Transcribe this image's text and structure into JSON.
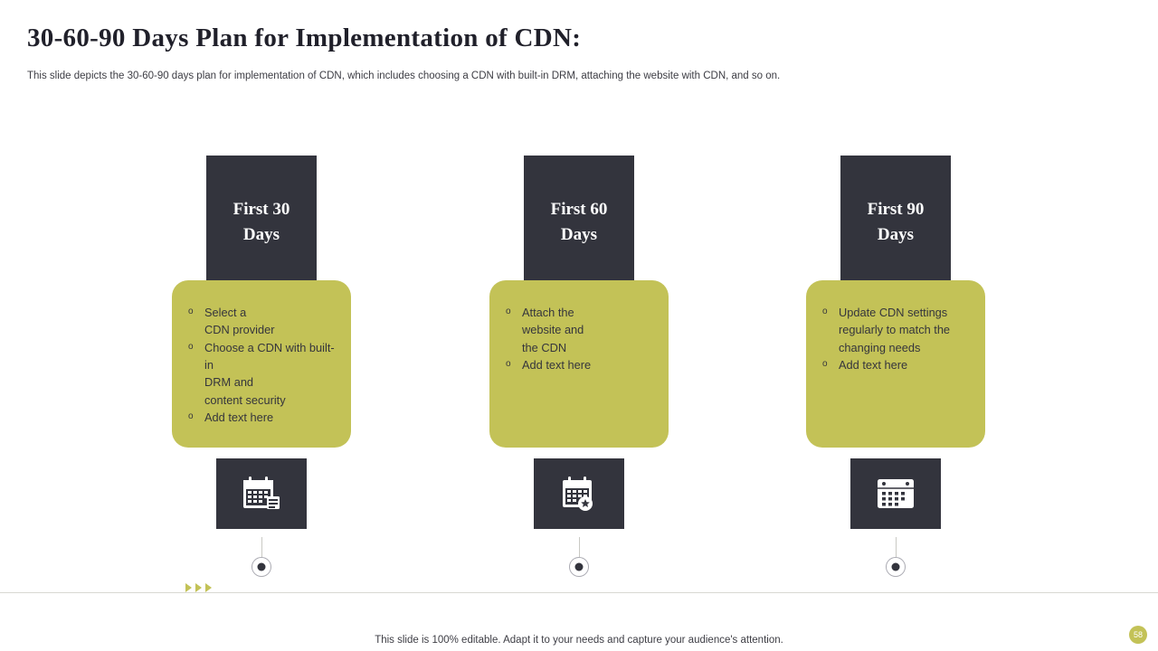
{
  "slide": {
    "title": "30-60-90 Days Plan for Implementation of CDN:",
    "subtitle": "This slide depicts the 30-60-90 days plan for implementation of CDN, which includes choosing a CDN with built-in DRM,  attaching the website with CDN, and so on.",
    "footer_note": "This slide is 100% editable. Adapt it to your needs and capture your audience's attention.",
    "page_number": "58",
    "accent_color": "#c3c257",
    "dark_color": "#33343d"
  },
  "columns": [
    {
      "header": "First 30\nDays",
      "icon": "calendar-icon",
      "bullets": [
        "Select a\nCDN provider",
        "Choose a CDN with built-in\nDRM and\ncontent  security",
        "Add text here"
      ]
    },
    {
      "header": "First 60\nDays",
      "icon": "calendar-star-icon",
      "bullets": [
        "Attach the\nwebsite and\nthe  CDN",
        "Add text here"
      ]
    },
    {
      "header": "First 90\nDays",
      "icon": "calendar-grid-icon",
      "bullets": [
        "Update CDN settings regularly to match the changing needs",
        "Add text here"
      ]
    }
  ],
  "timeline": {
    "nodes": [
      "",
      "",
      ""
    ],
    "arrows": 3
  }
}
